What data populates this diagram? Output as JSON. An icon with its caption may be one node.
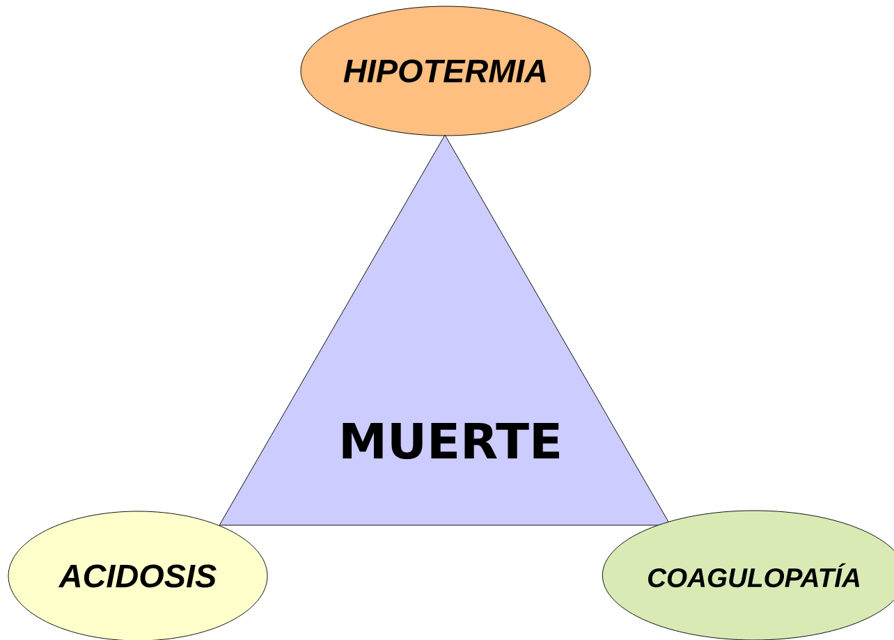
{
  "diagram": {
    "nodes": [
      {
        "text": [
          "HIPOTERMIA"
        ]
      },
      {
        "text": [
          "MUERTE"
        ]
      },
      {
        "text": [
          "ACIDOSIS"
        ]
      },
      {
        "text": [
          "COAGULOPATÍA"
        ]
      }
    ]
  }
}
